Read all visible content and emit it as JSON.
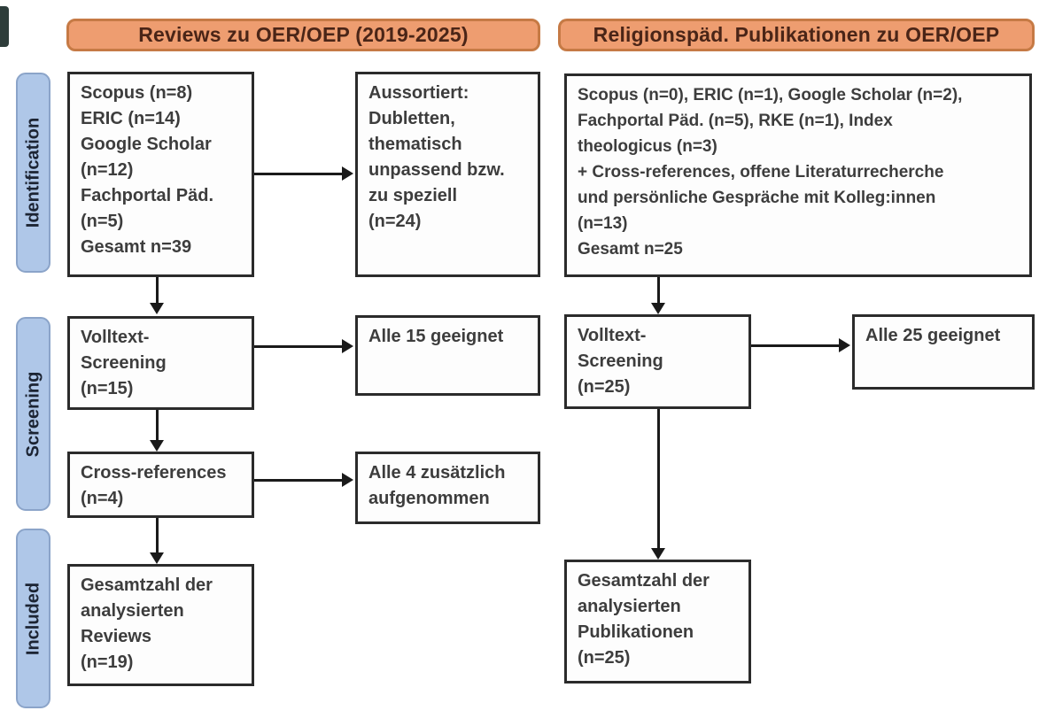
{
  "diagram_title": "PRISMA-style literature flow diagram",
  "colors": {
    "header_fill": "#ee9d70",
    "header_border": "#c67a45",
    "header_text": "#4a2517",
    "stage_fill": "#afc7e8",
    "stage_border": "#8ba4c9",
    "stage_text": "#1c2433",
    "box_border": "#2b2b2b",
    "box_text": "#3d3d3d",
    "arrow": "#1a1a1a"
  },
  "headers": {
    "left": "Reviews zu OER/OEP (2019-2025)",
    "right": "Religionspäd. Publikationen zu OER/OEP"
  },
  "stages": {
    "identification": "Identification",
    "screening": "Screening",
    "included": "Included"
  },
  "left_flow": {
    "identification_box": {
      "lines": [
        "Scopus (n=8)",
        "ERIC (n=14)",
        "Google Scholar",
        "(n=12)",
        "Fachportal Päd.",
        "(n=5)",
        "Gesamt n=39"
      ]
    },
    "excluded_box": {
      "lines": [
        "Aussortiert:",
        "Dubletten,",
        "thematisch",
        "unpassend bzw.",
        "zu speziell",
        "(n=24)"
      ]
    },
    "fulltext_box": {
      "lines": [
        "Volltext-",
        "Screening",
        "(n=15)"
      ]
    },
    "fulltext_result_box": {
      "lines": [
        "Alle 15 geeignet"
      ]
    },
    "crossref_box": {
      "lines": [
        "Cross-references",
        "(n=4)"
      ]
    },
    "crossref_result_box": {
      "lines": [
        "Alle 4 zusätzlich",
        "aufgenommen"
      ]
    },
    "included_box": {
      "lines": [
        "Gesamtzahl der",
        "analysierten",
        "Reviews",
        "(n=19)"
      ]
    }
  },
  "right_flow": {
    "identification_box": {
      "lines": [
        "Scopus (n=0), ERIC (n=1), Google Scholar (n=2),",
        "Fachportal Päd. (n=5), RKE (n=1), Index",
        "theologicus (n=3)",
        "+ Cross-references, offene Literaturrecherche",
        "und persönliche Gespräche mit Kolleg:innen",
        "(n=13)",
        "Gesamt n=25"
      ]
    },
    "fulltext_box": {
      "lines": [
        "Volltext-",
        "Screening",
        "(n=25)"
      ]
    },
    "fulltext_result_box": {
      "lines": [
        "Alle 25 geeignet"
      ]
    },
    "included_box": {
      "lines": [
        "Gesamtzahl der",
        "analysierten",
        "Publikationen",
        "(n=25)"
      ]
    }
  }
}
